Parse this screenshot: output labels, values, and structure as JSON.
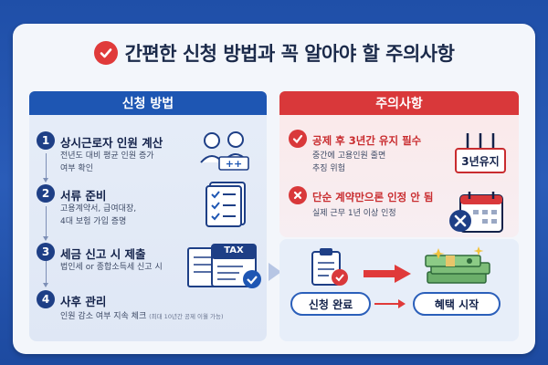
{
  "title": "간편한 신청 방법과 꼭 알아야 할 주의사항",
  "left_header": "신청 방법",
  "right_header": "주의사항",
  "steps": [
    {
      "num": "1",
      "title": "상시근로자 인원 계산",
      "desc1": "전년도 대비 평균 인원 증가",
      "desc2": "여부 확인"
    },
    {
      "num": "2",
      "title": "서류 준비",
      "desc1": "고용계약서, 급여대장,",
      "desc2": "4대 보험 가입 증명"
    },
    {
      "num": "3",
      "title": "세금 신고 시 제출",
      "desc1": "법인세 or 종합소득세 신고 시",
      "desc2": ""
    },
    {
      "num": "4",
      "title": "사후 관리",
      "desc1": "인원 감소 여부 지속 체크",
      "desc_small": "(최대 10년간 공제 이월 가능)"
    }
  ],
  "tax_icon_label": "TAX",
  "warnings": [
    {
      "title": "공제 후 3년간 유지 필수",
      "desc1": "중간에 고용인원 줄면",
      "desc2": "추징 위험"
    },
    {
      "title": "단순 계약만으론 인정 안 됨",
      "desc1": "실제 근무 1년 이상 인정",
      "desc2": ""
    }
  ],
  "badge_3y": "3년유지",
  "flow": {
    "start": "신청 완료",
    "end": "혜택 시작"
  },
  "colors": {
    "blue": "#1e56b3",
    "red": "#d9383a",
    "navy": "#13224a"
  }
}
